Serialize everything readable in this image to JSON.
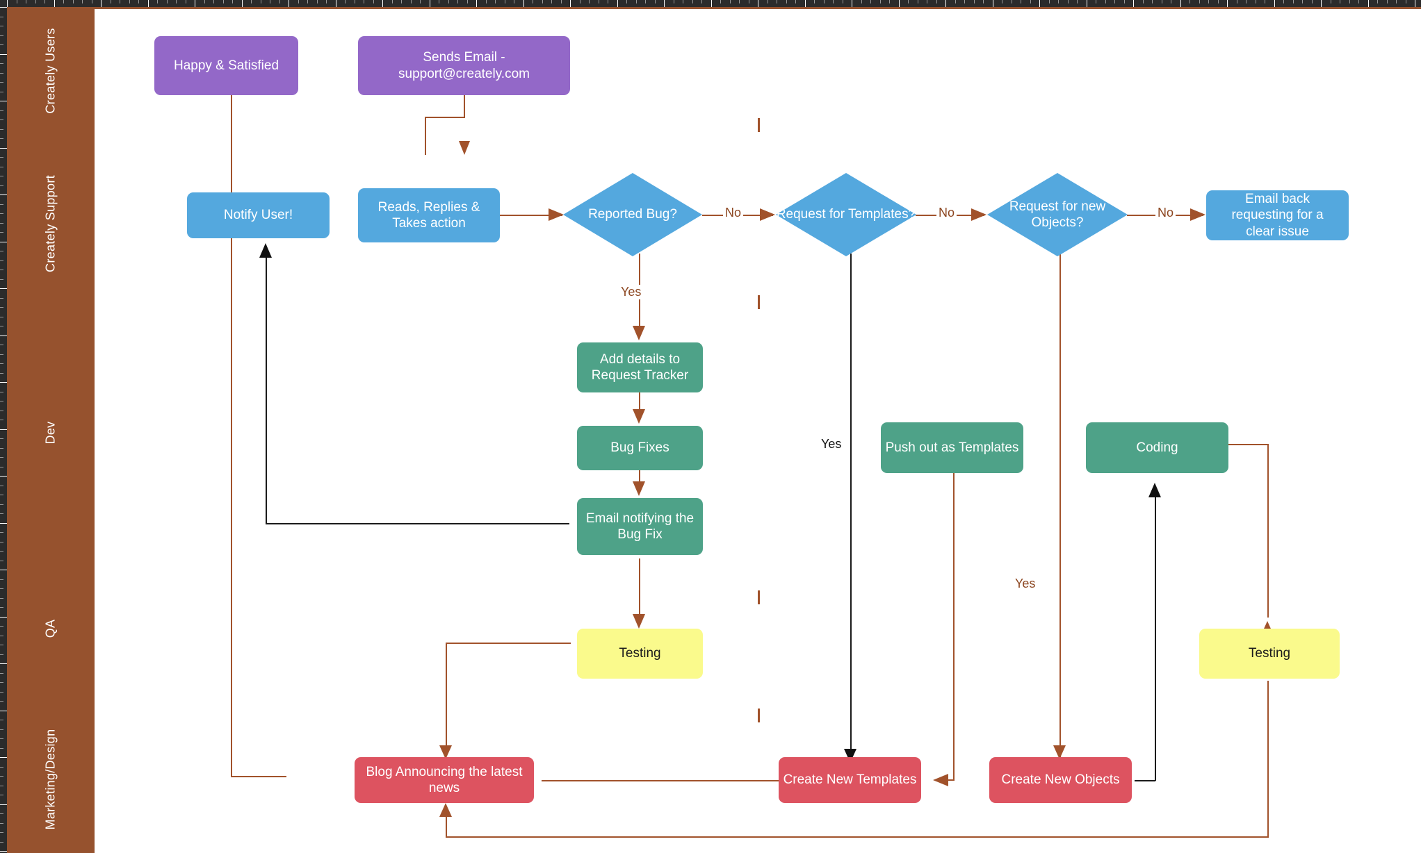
{
  "diagram": {
    "title": "Creately Support Request Swimlane Flowchart",
    "type": "swimlane-flowchart",
    "colors": {
      "lane_header": "#96522E",
      "purple": "#9368C8",
      "blue": "#54A8DE",
      "green": "#4EA288",
      "red": "#DD5360",
      "yellow": "#FAFA8C",
      "connector": "#A1522B",
      "connector_alt": "#1a1a1a",
      "canvas": "#ffffff",
      "ruler": "#2b2b2b"
    }
  },
  "lanes": [
    {
      "id": "users",
      "label": "Creately Users"
    },
    {
      "id": "support",
      "label": "Creately Support"
    },
    {
      "id": "dev",
      "label": "Dev"
    },
    {
      "id": "qa",
      "label": "QA"
    },
    {
      "id": "marketing",
      "label": "Marketing/Design"
    }
  ],
  "nodes": [
    {
      "id": "happy",
      "label": "Happy & Satisfied",
      "shape": "rounded-rect",
      "color": "purple",
      "lane": "users"
    },
    {
      "id": "sends-email",
      "label": "Sends Email - support@creately.com",
      "shape": "rounded-rect",
      "color": "purple",
      "lane": "users"
    },
    {
      "id": "notify-user",
      "label": "Notify User!",
      "shape": "rounded-rect",
      "color": "blue",
      "lane": "support"
    },
    {
      "id": "reads-replies",
      "label": "Reads, Replies & Takes action",
      "shape": "rounded-rect",
      "color": "blue",
      "lane": "support"
    },
    {
      "id": "reported-bug",
      "label": "Reported Bug?",
      "shape": "diamond",
      "color": "blue",
      "lane": "support"
    },
    {
      "id": "req-templates",
      "label": "Request for Templates?",
      "shape": "diamond",
      "color": "blue",
      "lane": "support"
    },
    {
      "id": "req-objects",
      "label": "Request for new Objects?",
      "shape": "diamond",
      "color": "blue",
      "lane": "support"
    },
    {
      "id": "email-back",
      "label": "Email back requesting for a clear issue",
      "shape": "rounded-rect",
      "color": "blue",
      "lane": "support"
    },
    {
      "id": "add-details",
      "label": "Add details to Request Tracker",
      "shape": "rounded-rect",
      "color": "green",
      "lane": "dev"
    },
    {
      "id": "bug-fixes",
      "label": "Bug Fixes",
      "shape": "rounded-rect",
      "color": "green",
      "lane": "dev"
    },
    {
      "id": "email-notify",
      "label": "Email notifying the Bug Fix",
      "shape": "rounded-rect",
      "color": "green",
      "lane": "dev"
    },
    {
      "id": "push-templates",
      "label": "Push out as Templates",
      "shape": "rounded-rect",
      "color": "green",
      "lane": "dev"
    },
    {
      "id": "coding",
      "label": "Coding",
      "shape": "rounded-rect",
      "color": "green",
      "lane": "dev"
    },
    {
      "id": "testing-left",
      "label": "Testing",
      "shape": "rounded-rect",
      "color": "yellow",
      "lane": "qa"
    },
    {
      "id": "testing-right",
      "label": "Testing",
      "shape": "rounded-rect",
      "color": "yellow",
      "lane": "qa"
    },
    {
      "id": "blog",
      "label": "Blog Announcing the latest news",
      "shape": "rounded-rect",
      "color": "red",
      "lane": "marketing"
    },
    {
      "id": "create-templates",
      "label": "Create New Templates",
      "shape": "rounded-rect",
      "color": "red",
      "lane": "marketing"
    },
    {
      "id": "create-objects",
      "label": "Create New Objects",
      "shape": "rounded-rect",
      "color": "red",
      "lane": "marketing"
    }
  ],
  "edge_labels": {
    "bug_no": "No",
    "bug_yes": "Yes",
    "templates_no": "No",
    "templates_yes": "Yes",
    "objects_no": "No",
    "objects_yes": "Yes"
  },
  "edges": [
    {
      "from": "sends-email",
      "to": "reads-replies",
      "label": ""
    },
    {
      "from": "reads-replies",
      "to": "reported-bug",
      "label": ""
    },
    {
      "from": "reported-bug",
      "to": "req-templates",
      "label": "No"
    },
    {
      "from": "reported-bug",
      "to": "add-details",
      "label": "Yes"
    },
    {
      "from": "req-templates",
      "to": "req-objects",
      "label": "No"
    },
    {
      "from": "req-templates",
      "to": "create-templates",
      "label": "Yes"
    },
    {
      "from": "req-objects",
      "to": "email-back",
      "label": "No"
    },
    {
      "from": "req-objects",
      "to": "create-objects",
      "label": "Yes"
    },
    {
      "from": "add-details",
      "to": "bug-fixes",
      "label": ""
    },
    {
      "from": "bug-fixes",
      "to": "email-notify",
      "label": ""
    },
    {
      "from": "email-notify",
      "to": "notify-user",
      "label": ""
    },
    {
      "from": "email-notify",
      "to": "testing-left",
      "label": ""
    },
    {
      "from": "testing-left",
      "to": "blog",
      "label": ""
    },
    {
      "from": "push-templates",
      "to": "create-templates",
      "label": ""
    },
    {
      "from": "create-objects",
      "to": "coding",
      "label": ""
    },
    {
      "from": "coding",
      "to": "testing-right",
      "label": ""
    },
    {
      "from": "testing-right",
      "to": "blog",
      "label": ""
    },
    {
      "from": "create-templates",
      "to": "blog",
      "label": ""
    },
    {
      "from": "blog",
      "to": "happy",
      "label": ""
    }
  ]
}
